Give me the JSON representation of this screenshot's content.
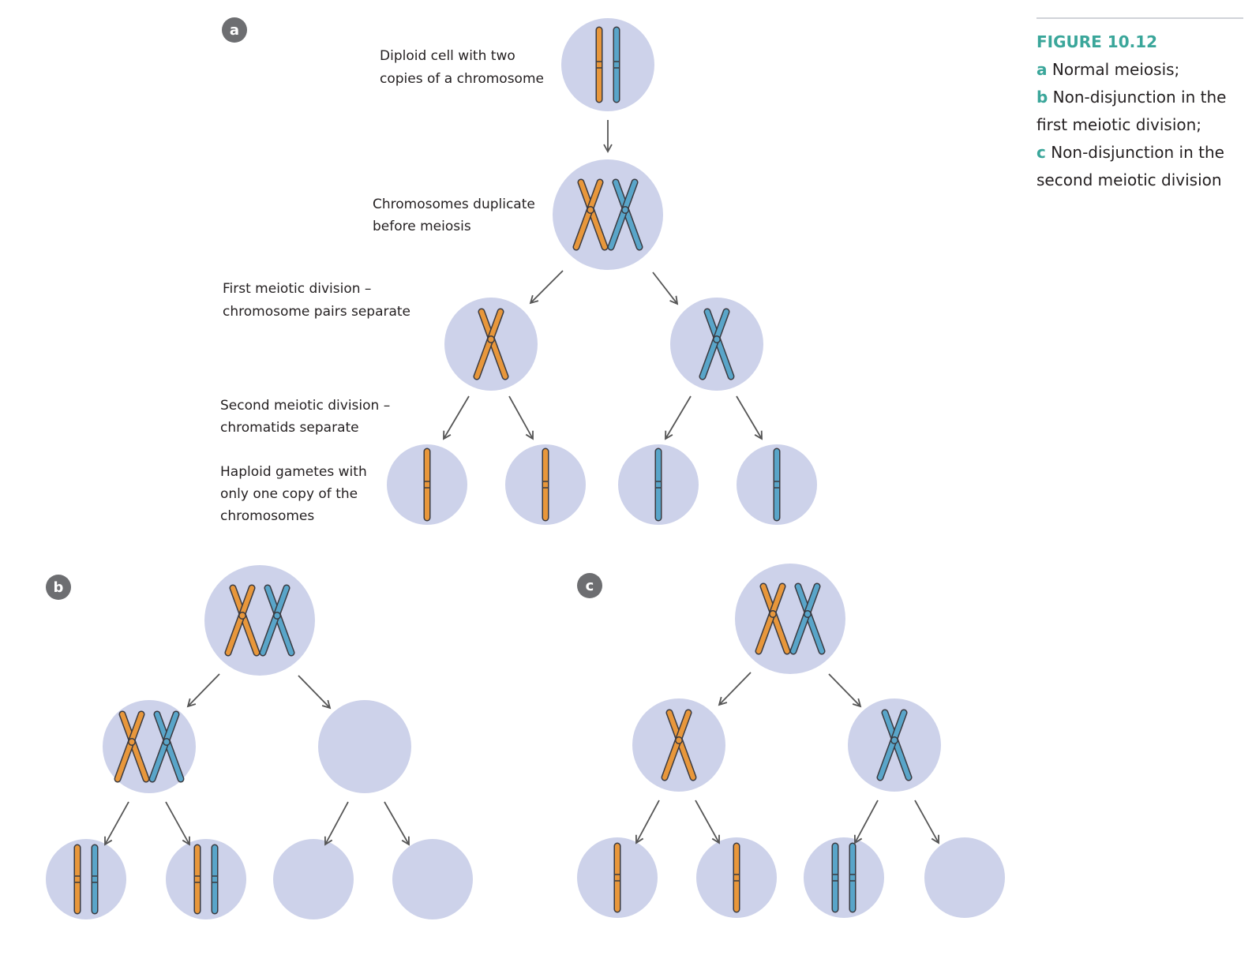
{
  "colors": {
    "cell": "#cdd2ea",
    "orange": "#e8973b",
    "blue": "#59a5c9",
    "outline": "#3a3a40",
    "arrow": "#555555",
    "badge": "#6d6e71",
    "accent": "#3aa69a"
  },
  "panels": {
    "a": {
      "badge": "a",
      "labels": {
        "diploid": [
          "Diploid cell with two",
          "copies of a chromosome"
        ],
        "duplicate": [
          "Chromosomes duplicate",
          "before meiosis"
        ],
        "first_division": [
          "First meiotic division –",
          "chromosome pairs separate"
        ],
        "second_division": [
          "Second meiotic division –",
          "chromatids separate"
        ],
        "haploid": [
          "Haploid gametes with",
          "only one copy of the",
          "chromosomes"
        ]
      }
    },
    "b": {
      "badge": "b"
    },
    "c": {
      "badge": "c"
    }
  },
  "caption": {
    "title": "FIGURE 10.12",
    "parts": [
      {
        "letter": "a",
        "text": " Normal meiosis;"
      },
      {
        "letter": "b",
        "text": " Non-disjunction in the first meiotic division;"
      },
      {
        "letter": "c",
        "text": " Non-disjunction in the second meiotic division"
      }
    ]
  }
}
